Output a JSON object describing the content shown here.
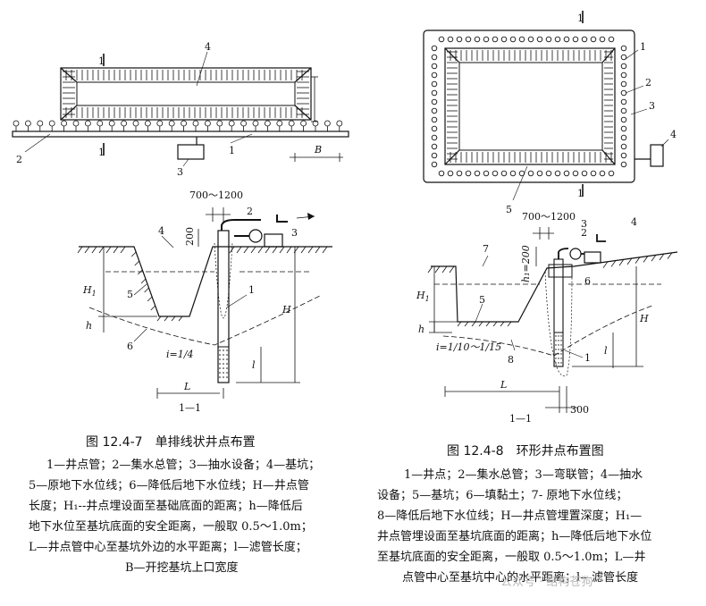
{
  "fig_left": {
    "plan": {
      "section_mark": "1",
      "label_4": "4",
      "label_2": "2",
      "label_3": "3",
      "label_1": "1",
      "B": "B"
    },
    "section": {
      "dim_top": "700～1200",
      "dim_200": "200",
      "label_2": "2",
      "label_3": "3",
      "label_4": "4",
      "label_5": "5",
      "label_6": "6",
      "label_1": "1",
      "H1": "H",
      "H1_sub": "1",
      "h": "h",
      "H": "H",
      "l": "l",
      "L": "L",
      "slope": "i=1/4",
      "section_name": "1—1"
    },
    "caption": "图 12.4-7　单排线状井点布置",
    "notes": [
      "1—井点管；2—集水总管；3—抽水设备；4—基坑；",
      "5—原地下水位线；6—降低后地下水位线；H—井点管",
      "长度；H₁--井点埋设面至基础底面的距离；h—降低后",
      "地下水位至基坑底面的安全距离，一般取 0.5～1.0m；",
      "L—井点管中心至基坑外边的水平距离；l—滤管长度；",
      "B—开挖基坑上口宽度"
    ]
  },
  "fig_right": {
    "plan": {
      "section_mark": "1",
      "label_1": "1",
      "label_2": "2",
      "label_3": "3",
      "label_4": "4",
      "label_5": "5"
    },
    "section": {
      "dim_top": "700～1200",
      "h1_200": "h₁=200",
      "label_3": "3",
      "label_2": "2",
      "label_4": "4",
      "label_6": "6",
      "label_7": "7",
      "label_5": "5",
      "label_8": "8",
      "label_1": "1",
      "H1": "H",
      "H1_sub": "1",
      "h": "h",
      "H": "H",
      "l": "l",
      "L": "L",
      "slope": "i=1/10～1/15",
      "dim_300": "300",
      "section_name": "1—1"
    },
    "caption": "图 12.4-8　环形井点布置图",
    "notes": [
      "1—井点；2—集水总管；3—弯联管；4—抽水",
      "设备；5—基坑；6—填黏土；7- 原地下水位线；",
      "8—降低后地下水位线；H—井点管埋置深度；H₁—",
      "井点管埋设面至基坑底面的距离；h—降低后地下水位",
      "至基坑底面的安全距离，一般取 0.5～1.0m；L—井",
      "点管中心至基坑中心的水平距离；l—滤管长度"
    ]
  },
  "watermark": "公众号 · 结构苍狗"
}
